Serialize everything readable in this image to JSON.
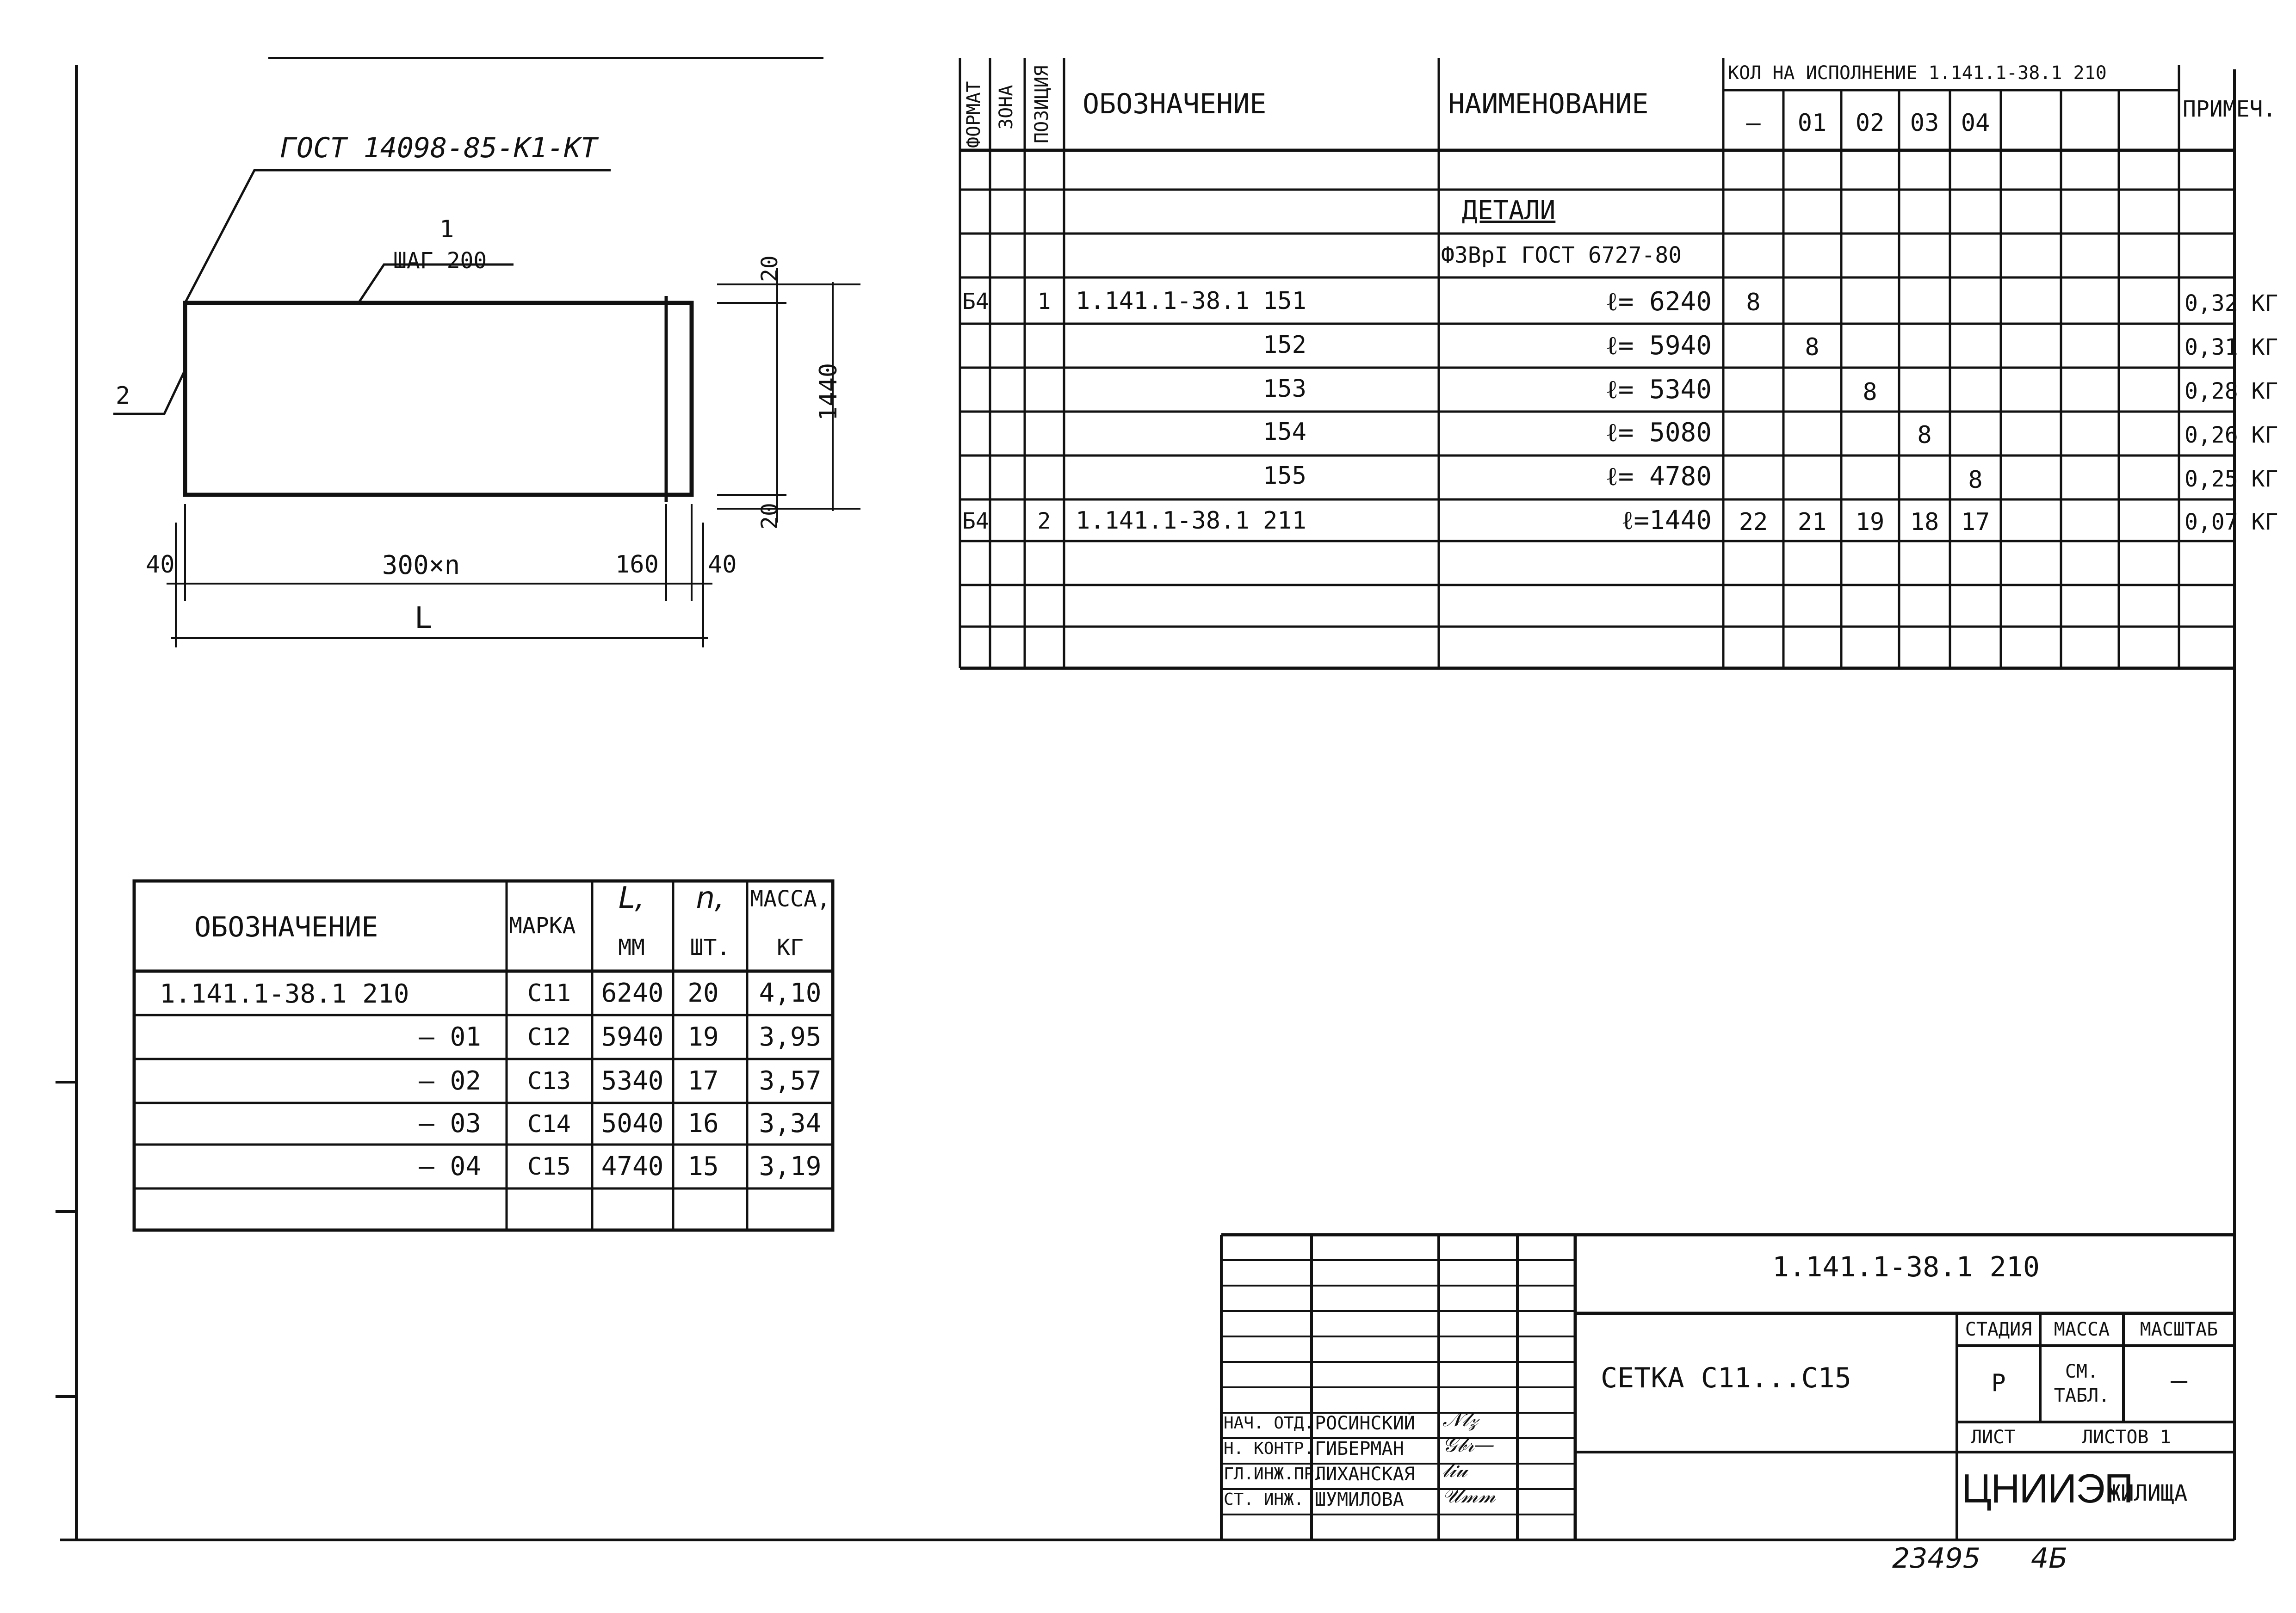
{
  "drawing": {
    "gost_ref": "ГОСТ 14098-85-К1-КТ",
    "pos1": "1",
    "pos2": "2",
    "step": "ШАГ 200",
    "dim_right_top": "20",
    "dim_right_height": "1440",
    "dim_right_bottom": "20",
    "dim_bottom_left": "40",
    "dim_bottom_mid": "300×n",
    "dim_bottom_160": "160",
    "dim_bottom_right": "40",
    "dim_total": "L"
  },
  "spec": {
    "headers": {
      "format": "ФОРМАТ",
      "zone": "ЗОНА",
      "position": "ПОЗИЦИЯ",
      "designation": "ОБОЗНАЧЕНИЕ",
      "name": "НАИМЕНОВАНИЕ",
      "qty": "КОЛ НА ИСПОЛНЕНИЕ 1.141.1-38.1 210",
      "cols": [
        "—",
        "01",
        "02",
        "03",
        "04"
      ],
      "note": "ПРИМЕЧ."
    },
    "section": "ДЕТАЛИ",
    "material": "Ф3ВрI ГОСТ 6727-80",
    "rows": [
      {
        "format": "Б4",
        "pos": "1",
        "des": "1.141.1-38.1",
        "code": "151",
        "name": "ℓ= 6240",
        "q": [
          "8",
          "",
          "",
          "",
          ""
        ],
        "note": "0,32 КГ"
      },
      {
        "format": "",
        "pos": "",
        "des": "",
        "code": "152",
        "name": "ℓ= 5940",
        "q": [
          "",
          "8",
          "",
          "",
          ""
        ],
        "note": "0,31 КГ"
      },
      {
        "format": "",
        "pos": "",
        "des": "",
        "code": "153",
        "name": "ℓ= 5340",
        "q": [
          "",
          "",
          "8",
          "",
          ""
        ],
        "note": "0,28 КГ"
      },
      {
        "format": "",
        "pos": "",
        "des": "",
        "code": "154",
        "name": "ℓ= 5080",
        "q": [
          "",
          "",
          "",
          "8",
          ""
        ],
        "note": "0,26 КГ"
      },
      {
        "format": "",
        "pos": "",
        "des": "",
        "code": "155",
        "name": "ℓ= 4780",
        "q": [
          "",
          "",
          "",
          "",
          "8"
        ],
        "note": "0,25 КГ"
      },
      {
        "format": "Б4",
        "pos": "2",
        "des": "1.141.1-38.1",
        "code": "211",
        "name": "ℓ=1440",
        "q": [
          "22",
          "21",
          "19",
          "18",
          "17"
        ],
        "note": "0,07 КГ"
      }
    ]
  },
  "marks": {
    "headers": {
      "designation": "ОБОЗНАЧЕНИЕ",
      "mark": "МАРКА",
      "L": "L,",
      "L_unit": "ММ",
      "n": "n,",
      "n_unit": "ШТ.",
      "mass": "МАССА,",
      "mass_unit": "КГ"
    },
    "rows": [
      {
        "des": "1.141.1-38.1   210",
        "mark": "С11",
        "L": "6240",
        "n": "20",
        "mass": "4,10"
      },
      {
        "des": "— 01",
        "mark": "С12",
        "L": "5940",
        "n": "19",
        "mass": "3,95"
      },
      {
        "des": "— 02",
        "mark": "С13",
        "L": "5340",
        "n": "17",
        "mass": "3,57"
      },
      {
        "des": "— 03",
        "mark": "С14",
        "L": "5040",
        "n": "16",
        "mass": "3,34"
      },
      {
        "des": "— 04",
        "mark": "С15",
        "L": "4740",
        "n": "15",
        "mass": "3,19"
      }
    ]
  },
  "title_block": {
    "doc_code": "1.141.1-38.1  210",
    "doc_title": "СЕТКА С11...С15",
    "stage_label": "СТАДИЯ",
    "mass_label": "МАССА",
    "scale_label": "МАСШТАБ",
    "stage": "Р",
    "mass": "СМ. ТАБЛ.",
    "scale": "—",
    "sheet_label": "ЛИСТ",
    "sheets_label": "ЛИСТОВ 1",
    "org": "ЦНИИЭП",
    "org_suffix": "ЖИЛИЩА",
    "people": [
      {
        "role": "НАЧ. ОТД.",
        "name": "РОСИНСКИЙ"
      },
      {
        "role": "Н. КОНТР.",
        "name": "ГИБЕРМАН"
      },
      {
        "role": "ГЛ.ИНЖ.ПР.",
        "name": "ЛИХАНСКАЯ"
      },
      {
        "role": "СТ. ИНЖ.",
        "name": "ШУМИЛОВА"
      }
    ]
  },
  "footer": {
    "inventory": "23495",
    "sheet_code": "4Б"
  }
}
